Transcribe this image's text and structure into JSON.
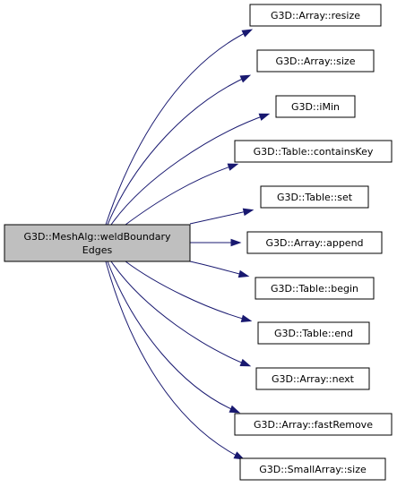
{
  "colors": {
    "source_fill": "#bfbfbf",
    "target_fill": "#ffffff",
    "border": "#000000",
    "edge": "#191970"
  },
  "source": {
    "lines": [
      "G3D::MeshAlg::weldBoundary",
      "Edges"
    ]
  },
  "targets": [
    {
      "label": "G3D::Array::resize"
    },
    {
      "label": "G3D::Array::size"
    },
    {
      "label": "G3D::iMin"
    },
    {
      "label": "G3D::Table::containsKey"
    },
    {
      "label": "G3D::Table::set"
    },
    {
      "label": "G3D::Array::append"
    },
    {
      "label": "G3D::Table::begin"
    },
    {
      "label": "G3D::Table::end"
    },
    {
      "label": "G3D::Array::next"
    },
    {
      "label": "G3D::Array::fastRemove"
    },
    {
      "label": "G3D::SmallArray::size"
    }
  ]
}
